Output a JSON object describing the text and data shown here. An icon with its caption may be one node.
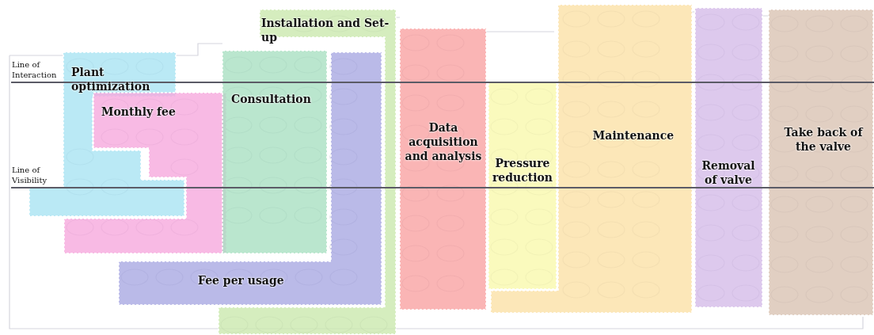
{
  "diagram": {
    "nodes": [
      {
        "text": [
          "Installation and Set-up"
        ]
      },
      {
        "text": [
          "Plant optimization"
        ]
      },
      {
        "text": [
          "Monthly fee"
        ]
      },
      {
        "text": [
          "Consultation"
        ]
      },
      {
        "text": [
          "Fee per usage"
        ]
      },
      {
        "text": [
          "Data acquisition and analysis"
        ]
      },
      {
        "text": [
          "Pressure reduction"
        ]
      },
      {
        "text": [
          "Maintenance"
        ]
      },
      {
        "text": [
          "Removal of valve"
        ]
      },
      {
        "text": [
          "Take back of the valve"
        ]
      }
    ],
    "edges": [],
    "labels": [
      "Line of Interaction",
      "Line of Visibility"
    ]
  }
}
